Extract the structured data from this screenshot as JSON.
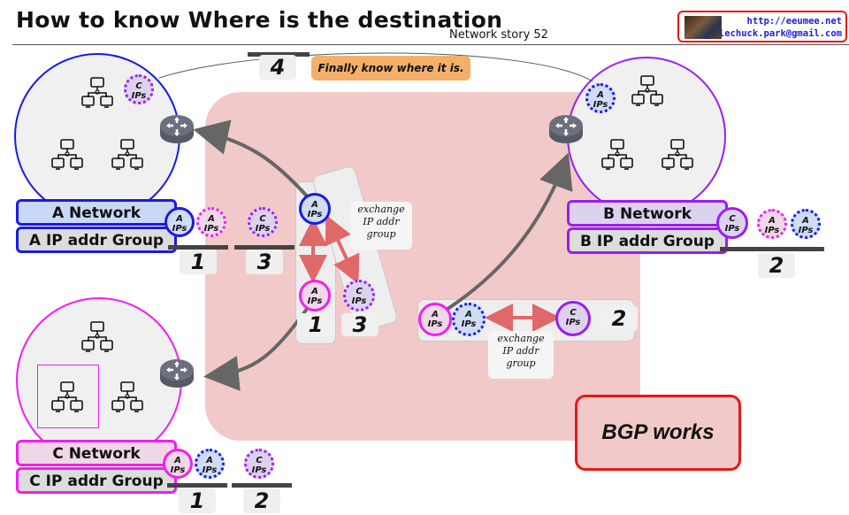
{
  "header": {
    "title": "How to know Where is the destination",
    "subtitle": "Network story 52",
    "credit": {
      "url": "http://eeumee.net",
      "email": "lechuck.park@gmail.com"
    }
  },
  "networks": {
    "a": {
      "name": "A Network",
      "group": "A IP addr Group",
      "color": "#1a1ae6",
      "bg": "#c9d8f4"
    },
    "b": {
      "name": "B Network",
      "group": "B IP addr Group",
      "color": "#9a1ef0",
      "bg": "#dcd2ee"
    },
    "c": {
      "name": "C Network",
      "group": "C IP addr Group",
      "color": "#f01ef0",
      "bg": "#eed7e6"
    }
  },
  "ip_badge": {
    "a": "A",
    "c": "C",
    "ips": "IPs"
  },
  "steps": {
    "s1": "1",
    "s2": "2",
    "s3": "3",
    "s4": "4"
  },
  "notes": {
    "exchange": "exchange IP addr group",
    "exchange_l1": "exchange",
    "exchange_l2": "IP addr",
    "exchange_l3": "group",
    "final": "Finally know where it is.",
    "bgp": "BGP works"
  },
  "colors": {
    "bgp_zone": "#f2c9c9",
    "exchange_arrow": "#e06868",
    "route_arrow": "#666666",
    "final_note": "#f4b06a",
    "bgp_border": "#e81818"
  }
}
